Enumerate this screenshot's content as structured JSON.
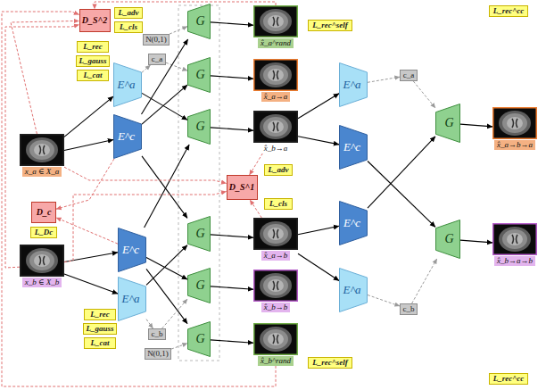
{
  "diagram": {
    "nodes": [
      {
        "text": [
          "D_S^2"
        ]
      },
      {
        "text": [
          "L_adv"
        ]
      },
      {
        "text": [
          "L_cls"
        ]
      },
      {
        "text": [
          "L_rec"
        ]
      },
      {
        "text": [
          "L_gauss"
        ]
      },
      {
        "text": [
          "L_cat"
        ]
      },
      {
        "text": [
          "N(0,1)"
        ]
      },
      {
        "text": [
          "c_a"
        ]
      },
      {
        "text": [
          "E^a"
        ]
      },
      {
        "text": [
          "E^c"
        ]
      },
      {
        "text": [
          "x_a ∈ X_a"
        ]
      },
      {
        "text": [
          "D_c"
        ]
      },
      {
        "text": [
          "L_Dc"
        ]
      },
      {
        "text": [
          "x_b ∈ X_b"
        ]
      },
      {
        "text": [
          "E^c"
        ]
      },
      {
        "text": [
          "E^a"
        ]
      },
      {
        "text": [
          "L_rec"
        ]
      },
      {
        "text": [
          "L_gauss"
        ]
      },
      {
        "text": [
          "L_cat"
        ]
      },
      {
        "text": [
          "c_b"
        ]
      },
      {
        "text": [
          "N(0,1)"
        ]
      },
      {
        "text": [
          "G"
        ]
      },
      {
        "text": [
          "G"
        ]
      },
      {
        "text": [
          "G"
        ]
      },
      {
        "text": [
          "G"
        ]
      },
      {
        "text": [
          "G"
        ]
      },
      {
        "text": [
          "G"
        ]
      },
      {
        "text": [
          "x̂_a^rand"
        ]
      },
      {
        "text": [
          "x̂_a→a"
        ]
      },
      {
        "text": [
          "x̂_b→a"
        ]
      },
      {
        "text": [
          "L_adv"
        ]
      },
      {
        "text": [
          "D_S^1"
        ]
      },
      {
        "text": [
          "L_cls"
        ]
      },
      {
        "text": [
          "x̂_a→b"
        ]
      },
      {
        "text": [
          "x̂_b→b"
        ]
      },
      {
        "text": [
          "x̂_b^rand"
        ]
      },
      {
        "text": [
          "L_rec^self"
        ]
      },
      {
        "text": [
          "L_rec^self"
        ]
      },
      {
        "text": [
          "E^a"
        ]
      },
      {
        "text": [
          "E^c"
        ]
      },
      {
        "text": [
          "E^c"
        ]
      },
      {
        "text": [
          "E^a"
        ]
      },
      {
        "text": [
          "c_a"
        ]
      },
      {
        "text": [
          "c_b"
        ]
      },
      {
        "text": [
          "G"
        ]
      },
      {
        "text": [
          "G"
        ]
      },
      {
        "text": [
          "x̂_a→b→a"
        ]
      },
      {
        "text": [
          "x̂_b→a→b"
        ]
      },
      {
        "text": [
          "L_rec^cc"
        ]
      },
      {
        "text": [
          "L_rec^cc"
        ]
      }
    ],
    "edges": [
      {
        "from": 10,
        "to": 8,
        "arrow": "to"
      },
      {
        "from": 10,
        "to": 9,
        "arrow": "to"
      },
      {
        "from": 13,
        "to": 14,
        "arrow": "to"
      },
      {
        "from": 13,
        "to": 15,
        "arrow": "to"
      },
      {
        "from": 8,
        "to": 7,
        "arrow": "to"
      },
      {
        "from": 6,
        "to": 21,
        "arrow": "to"
      },
      {
        "from": 7,
        "to": 22,
        "arrow": "to"
      },
      {
        "from": 9,
        "to": 21,
        "arrow": "to"
      },
      {
        "from": 9,
        "to": 22,
        "arrow": "to"
      },
      {
        "from": 9,
        "to": 24,
        "arrow": "to"
      },
      {
        "from": 8,
        "to": 23,
        "arrow": "to"
      },
      {
        "from": 14,
        "to": 23,
        "arrow": "to"
      },
      {
        "from": 14,
        "to": 25,
        "arrow": "to"
      },
      {
        "from": 14,
        "to": 26,
        "arrow": "to"
      },
      {
        "from": 15,
        "to": 24,
        "arrow": "to"
      },
      {
        "from": 15,
        "to": 19,
        "arrow": "to"
      },
      {
        "from": 19,
        "to": 25,
        "arrow": "to"
      },
      {
        "from": 20,
        "to": 26,
        "arrow": "to"
      },
      {
        "from": 21,
        "to": 27,
        "arrow": "to"
      },
      {
        "from": 22,
        "to": 28,
        "arrow": "to"
      },
      {
        "from": 23,
        "to": 29,
        "arrow": "to"
      },
      {
        "from": 24,
        "to": 33,
        "arrow": "to"
      },
      {
        "from": 25,
        "to": 34,
        "arrow": "to"
      },
      {
        "from": 26,
        "to": 35,
        "arrow": "to"
      },
      {
        "from": 10,
        "to": 0,
        "arrow": "to"
      },
      {
        "from": 13,
        "to": 0,
        "arrow": "to"
      },
      {
        "from": 27,
        "to": 0,
        "arrow": "to"
      },
      {
        "from": 35,
        "to": 0,
        "arrow": "to"
      },
      {
        "from": 10,
        "to": 31,
        "arrow": "to"
      },
      {
        "from": 13,
        "to": 31,
        "arrow": "to"
      },
      {
        "from": 9,
        "to": 11,
        "arrow": "to"
      },
      {
        "from": 14,
        "to": 11,
        "arrow": "to"
      },
      {
        "from": 29,
        "to": 31,
        "arrow": "to"
      },
      {
        "from": 33,
        "to": 31,
        "arrow": "to"
      },
      {
        "from": 29,
        "to": 38,
        "arrow": "to"
      },
      {
        "from": 29,
        "to": 39,
        "arrow": "to"
      },
      {
        "from": 33,
        "to": 40,
        "arrow": "to"
      },
      {
        "from": 33,
        "to": 41,
        "arrow": "to"
      },
      {
        "from": 38,
        "to": 42,
        "arrow": "to"
      },
      {
        "from": 42,
        "to": 44,
        "arrow": "to"
      },
      {
        "from": 40,
        "to": 44,
        "arrow": "to"
      },
      {
        "from": 39,
        "to": 45,
        "arrow": "to"
      },
      {
        "from": 41,
        "to": 43,
        "arrow": "to"
      },
      {
        "from": 43,
        "to": 45,
        "arrow": "to"
      },
      {
        "from": 44,
        "to": 46,
        "arrow": "to"
      },
      {
        "from": 45,
        "to": 47,
        "arrow": "to"
      }
    ]
  }
}
